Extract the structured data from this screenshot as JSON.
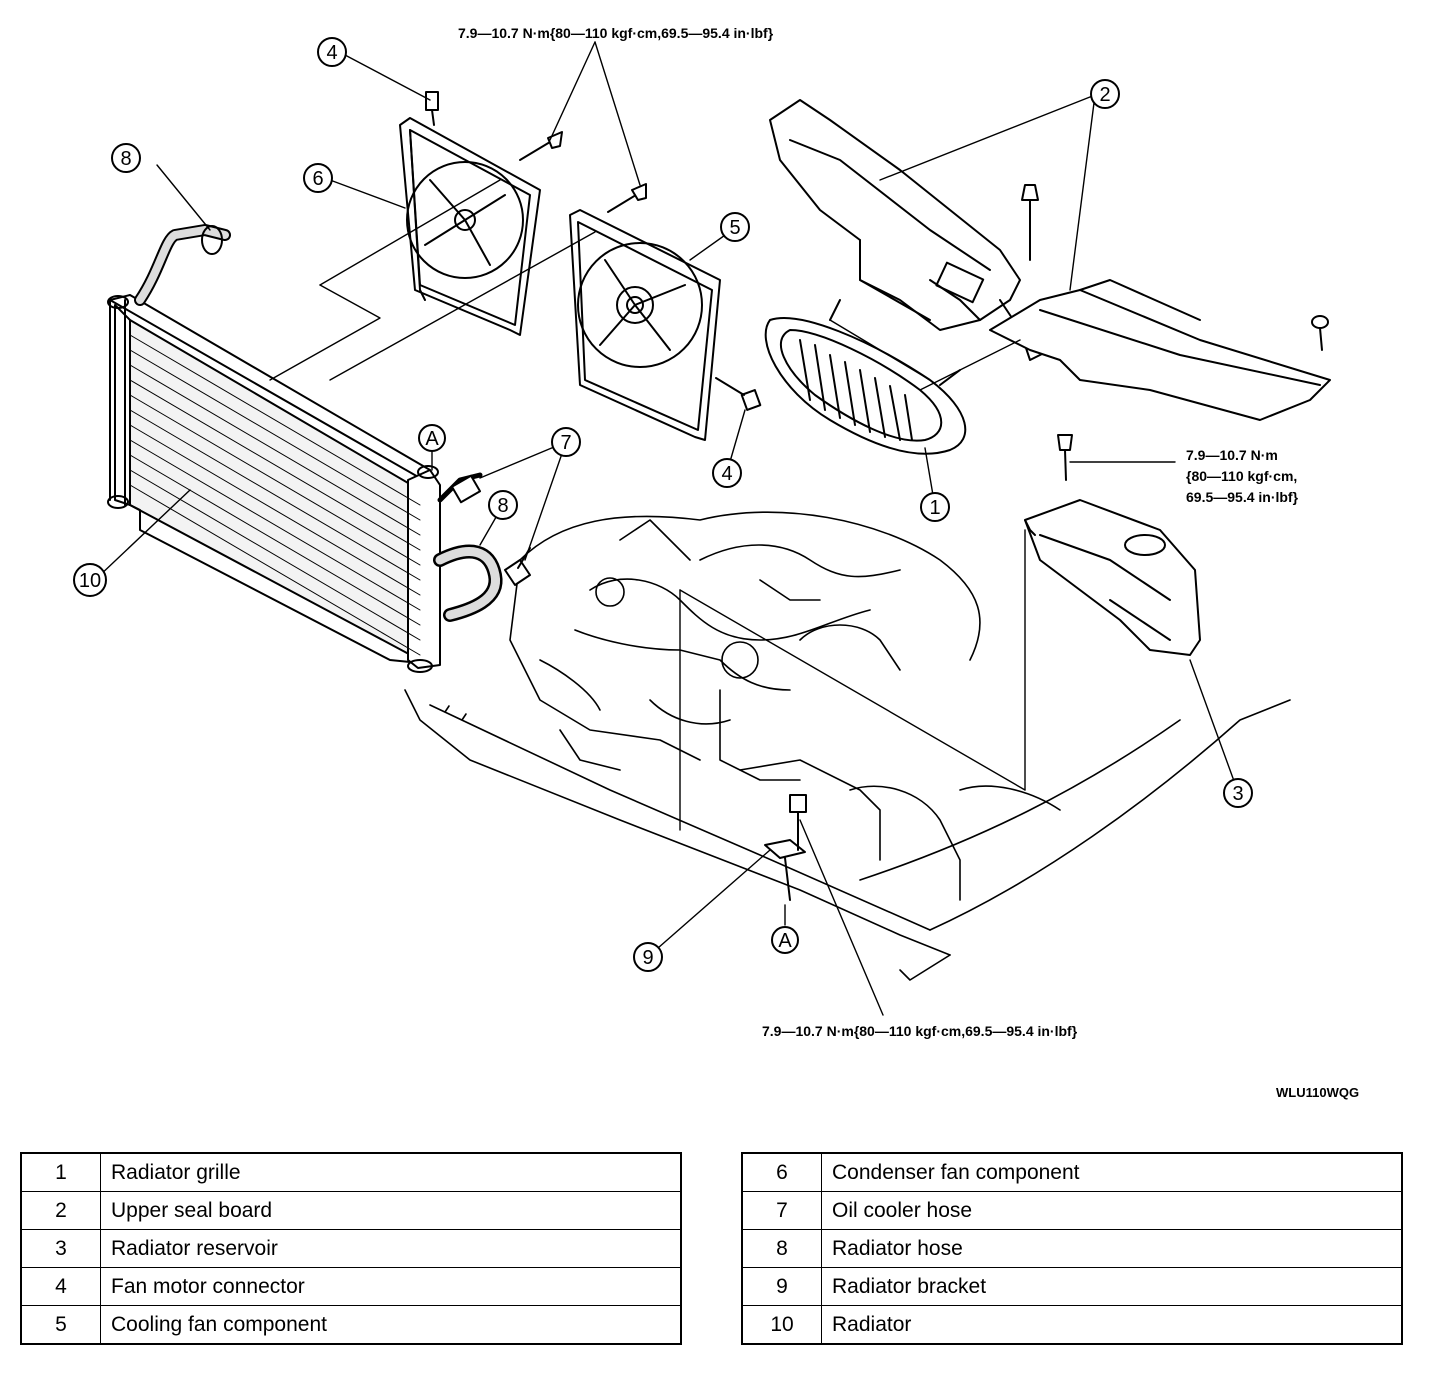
{
  "diagram": {
    "torque_top": "7.9—10.7 N·m{80—110 kgf·cm,69.5—95.4 in·lbf}",
    "torque_right_line1": "7.9—10.7 N·m",
    "torque_right_line2": "{80—110 kgf·cm,",
    "torque_right_line3": "69.5—95.4 in·lbf}",
    "torque_bottom": "7.9—10.7 N·m{80—110 kgf·cm,69.5—95.4 in·lbf}",
    "figure_code": "WLU110WQG",
    "callouts": {
      "c1": "1",
      "c2": "2",
      "c3": "3",
      "c4a": "4",
      "c4b": "4",
      "c5": "5",
      "c6": "6",
      "c7": "7",
      "c8a": "8",
      "c8b": "8",
      "c9": "9",
      "c10": "10",
      "ca1": "A",
      "ca2": "A"
    }
  },
  "legend_left": [
    {
      "num": "1",
      "name": "Radiator grille"
    },
    {
      "num": "2",
      "name": "Upper seal board"
    },
    {
      "num": "3",
      "name": "Radiator reservoir"
    },
    {
      "num": "4",
      "name": "Fan motor connector"
    },
    {
      "num": "5",
      "name": "Cooling fan component"
    }
  ],
  "legend_right": [
    {
      "num": "6",
      "name": "Condenser fan component"
    },
    {
      "num": "7",
      "name": "Oil cooler hose"
    },
    {
      "num": "8",
      "name": "Radiator hose"
    },
    {
      "num": "9",
      "name": "Radiator bracket"
    },
    {
      "num": "10",
      "name": "Radiator"
    }
  ]
}
